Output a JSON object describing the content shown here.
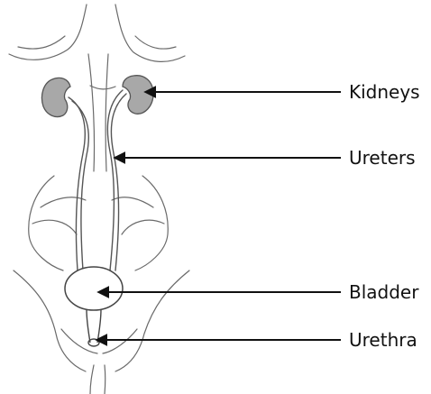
{
  "labels": {
    "kidneys": "Kidneys",
    "ureters": "Ureters",
    "bladder": "Bladder",
    "urethra": "Urethra"
  },
  "colors": {
    "outline": "#555555",
    "kidney_fill": "#a8a8a8",
    "arrow": "#111111",
    "text": "#111111",
    "background": "#ffffff"
  }
}
